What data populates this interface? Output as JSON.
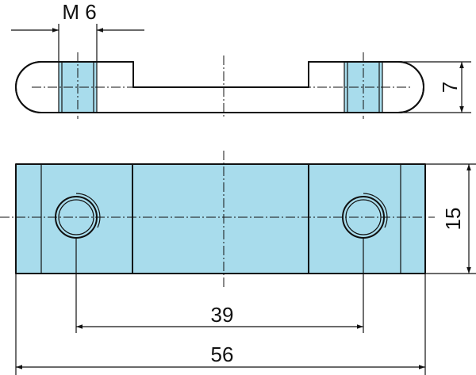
{
  "drawing": {
    "thread_label": "M 6",
    "thickness_label": "7",
    "width_label": "15",
    "hole_spacing_label": "39",
    "overall_length_label": "56",
    "colors": {
      "part_fill": "#a8dcec",
      "line": "#111111",
      "background": "#ffffff"
    }
  }
}
